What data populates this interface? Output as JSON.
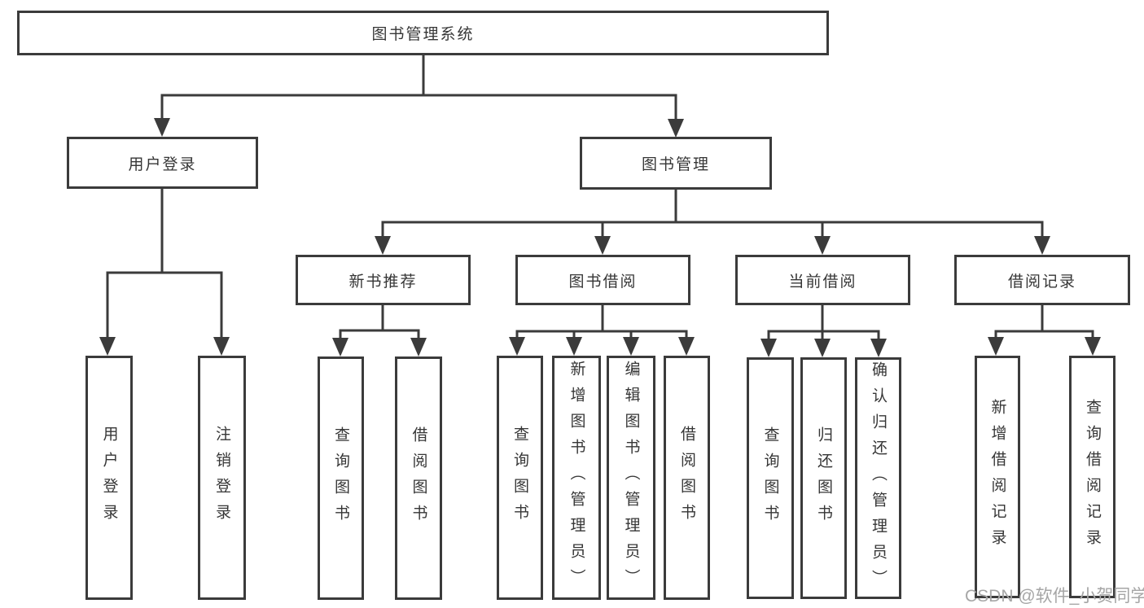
{
  "diagram": {
    "title": "图书管理系统",
    "branches": [
      {
        "label": "用户登录",
        "children": [
          {
            "label": "用户登录"
          },
          {
            "label": "注销登录"
          }
        ]
      },
      {
        "label": "图书管理",
        "children": [
          {
            "label": "新书推荐",
            "children": [
              {
                "label": "查询图书"
              },
              {
                "label": "借阅图书"
              }
            ]
          },
          {
            "label": "图书借阅",
            "children": [
              {
                "label": "查询图书"
              },
              {
                "label": "新增图书（管理员）"
              },
              {
                "label": "编辑图书（管理员）"
              },
              {
                "label": "借阅图书"
              }
            ]
          },
          {
            "label": "当前借阅",
            "children": [
              {
                "label": "查询图书"
              },
              {
                "label": "归还图书"
              },
              {
                "label": "确认归还（管理员）"
              }
            ]
          },
          {
            "label": "借阅记录",
            "children": [
              {
                "label": "新增借阅记录"
              },
              {
                "label": "查询借阅记录"
              }
            ]
          }
        ]
      }
    ]
  },
  "watermark": "CSDN @软件_小贺同学",
  "colors": {
    "line": "#3b3b3b",
    "text": "#363636",
    "box_background": "#ffffff",
    "page_background": "#ffffff",
    "watermark_text": "#a6a6a6"
  }
}
